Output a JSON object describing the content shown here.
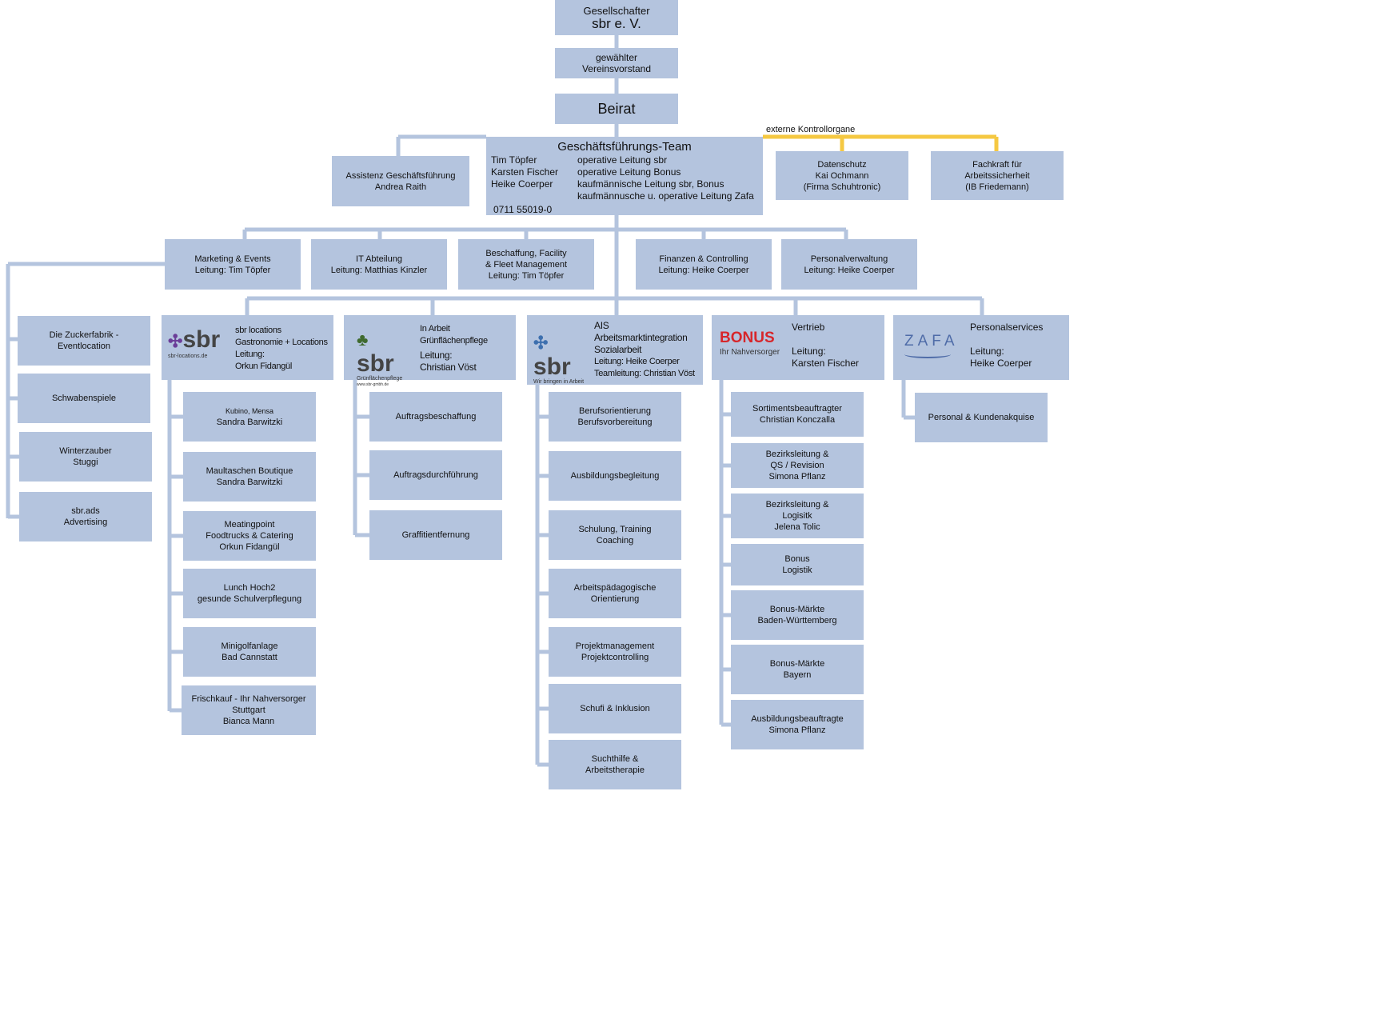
{
  "colors": {
    "box": "#b4c4de",
    "line": "#b4c4de",
    "external_line": "#f5c842"
  },
  "top": {
    "gesellschafter": [
      "Gesellschafter",
      "sbr e. V."
    ],
    "vorstand": [
      "gewählter",
      "Vereinsvorstand"
    ],
    "beirat": "Beirat"
  },
  "external_label": "externe Kontrollorgane",
  "team": {
    "title": "Geschäftsführungs-Team",
    "names": [
      "Tim Töpfer",
      "Karsten Fischer",
      "Heike Coerper"
    ],
    "roles": [
      "operative Leitung sbr",
      "operative Leitung Bonus",
      "kaufmännische Leitung sbr, Bonus",
      "kaufmännusche u. operative Leitung Zafa"
    ],
    "phone": "0711 55019-0"
  },
  "assistenz": [
    "Assistenz Geschäftsführung",
    "Andrea Raith"
  ],
  "datenschutz": [
    "Datenschutz",
    "Kai Ochmann",
    "(Firma Schuhtronic)"
  ],
  "fachkraft": [
    "Fachkraft für",
    "Arbeitssicherheit",
    "(IB Friedemann)"
  ],
  "departments": [
    [
      "Marketing & Events",
      "Leitung: Tim Töpfer"
    ],
    [
      "IT Abteilung",
      "Leitung: Matthias Kinzler"
    ],
    [
      "Beschaffung, Facility",
      "& Fleet Management",
      "Leitung: Tim Töpfer"
    ],
    [
      "Finanzen & Controlling",
      "Leitung: Heike Coerper"
    ],
    [
      "Personalverwaltung",
      "Leitung: Heike Coerper"
    ]
  ],
  "marketing_items": [
    [
      "Die Zuckerfabrik -",
      "Eventlocation"
    ],
    [
      "Schwabenspiele"
    ],
    [
      "Winterzauber",
      "Stuggi"
    ],
    [
      "sbr.ads",
      "Advertising"
    ]
  ],
  "units": {
    "locations": {
      "logo": "sbr",
      "logo_sub": "sbr-locations.de",
      "lines": [
        "sbr locations",
        "Gastronomie + Locations",
        "Leitung:",
        "Orkun Fidangül"
      ]
    },
    "inarbeit": {
      "logo": "sbr",
      "logo_sub": "Grünflächenpflege",
      "logo_sub2": "www.sbr-gmbh.de",
      "lines": [
        "In Arbeit",
        "Grünflächenpflege",
        "Leitung:",
        "Christian Vöst"
      ]
    },
    "ais": {
      "logo": "sbr",
      "logo_sub": "Wir bringen in Arbeit",
      "lines": [
        "AIS",
        "Arbeitsmarktintegration",
        "Sozialarbeit",
        "Leitung: Heike Coerper",
        "Teamleitung: Christian Vöst"
      ]
    },
    "bonus": {
      "logo": "BONUS",
      "logo_sub": "Ihr Nahversorger",
      "lines": [
        "Vertrieb",
        "",
        "Leitung:",
        "Karsten Fischer"
      ]
    },
    "zafa": {
      "logo": "ZAFA",
      "lines": [
        "Personalservices",
        "",
        "Leitung:",
        "Heike Coerper"
      ]
    }
  },
  "locations_items": [
    [
      "Kubino, Mensa",
      "Sandra Barwitzki"
    ],
    [
      "Maultaschen Boutique",
      "Sandra Barwitzki"
    ],
    [
      "Meatingpoint",
      "Foodtrucks & Catering",
      "Orkun Fidangül"
    ],
    [
      "Lunch Hoch2",
      "gesunde Schulverpflegung"
    ],
    [
      "Minigolfanlage",
      "Bad Cannstatt"
    ],
    [
      "Frischkauf - Ihr Nahversorger",
      "Stuttgart",
      "Bianca Mann"
    ]
  ],
  "inarbeit_items": [
    [
      "Auftragsbeschaffung"
    ],
    [
      "Auftragsdurchführung"
    ],
    [
      "Graffitientfernung"
    ]
  ],
  "ais_items": [
    [
      "Berufsorientierung",
      "Berufsvorbereitung"
    ],
    [
      "Ausbildungsbegleitung"
    ],
    [
      "Schulung, Training",
      "Coaching"
    ],
    [
      "Arbeitspädagogische",
      "Orientierung"
    ],
    [
      "Projektmanagement",
      "Projektcontrolling"
    ],
    [
      "Schufi & Inklusion"
    ],
    [
      "Suchthilfe &",
      "Arbeitstherapie"
    ]
  ],
  "bonus_items": [
    [
      "Sortimentsbeauftragter",
      "Christian Konczalla"
    ],
    [
      "Bezirksleitung &",
      "QS / Revision",
      "Simona Pflanz"
    ],
    [
      "Bezirksleitung &",
      "Logisitk",
      "Jelena Tolic"
    ],
    [
      "Bonus",
      "Logistik"
    ],
    [
      "Bonus-Märkte",
      "Baden-Württemberg"
    ],
    [
      "Bonus-Märkte",
      "Bayern"
    ],
    [
      "Ausbildungsbeauftragte",
      "Simona Pflanz"
    ]
  ],
  "zafa_items": [
    [
      "Personal & Kundenakquise"
    ]
  ]
}
